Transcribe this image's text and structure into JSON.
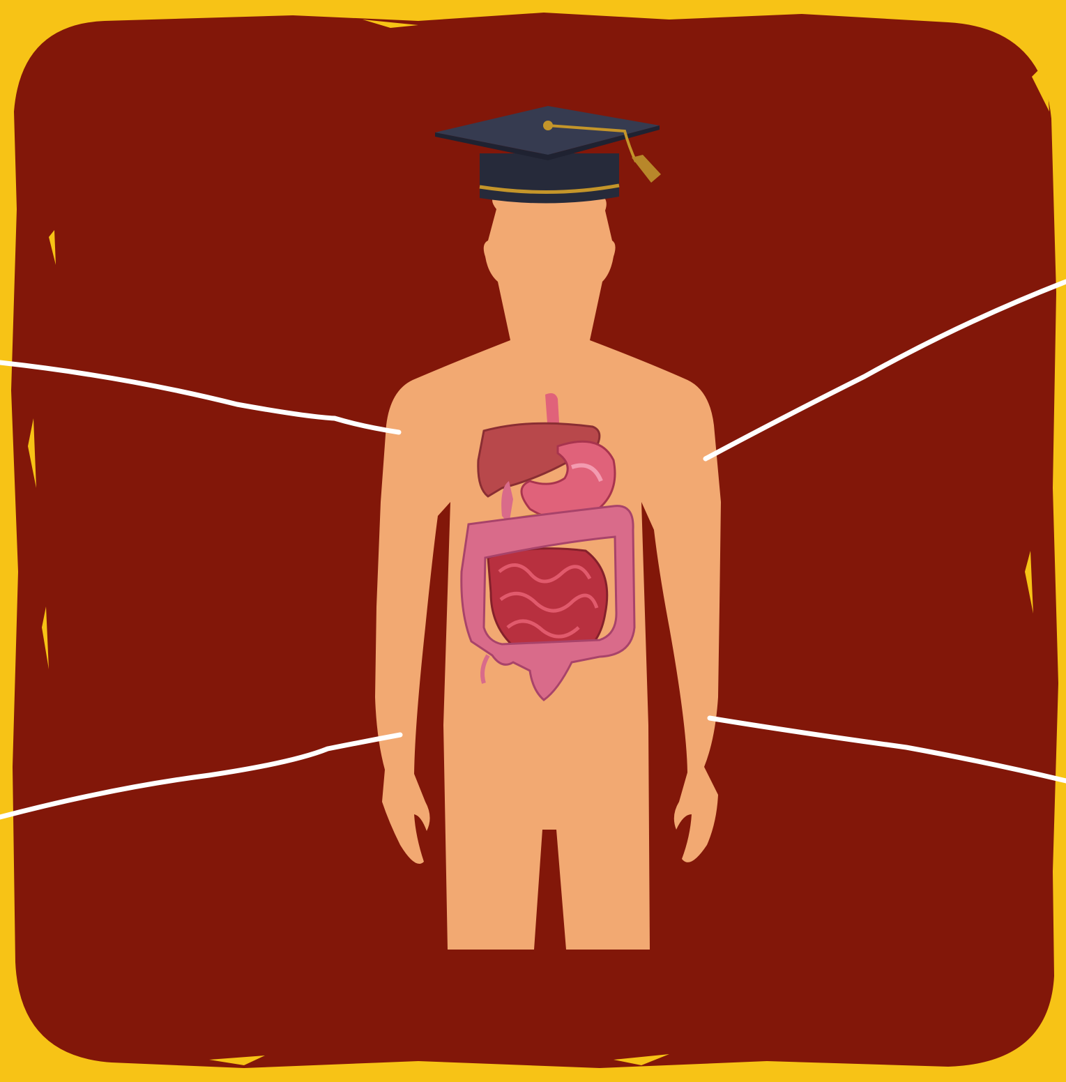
{
  "colors": {
    "frame": "#f7c316",
    "panel": "#821709",
    "skin": "#f2a972",
    "cap": "#262a3a",
    "cap_top": "#363b50",
    "gold": "#c4952a",
    "leader_line": "#ffffff",
    "liver": "#b8484b",
    "stomach": "#e0627a",
    "colon": "#d96b8a",
    "small_intestine": "#b8303f",
    "pancreas": "#ecc14a"
  },
  "icons": {
    "cap": "graduation-cap-icon",
    "body": "human-silhouette",
    "organs": "digestive-system-illustration"
  },
  "callouts": {
    "count": 4,
    "labels": []
  }
}
